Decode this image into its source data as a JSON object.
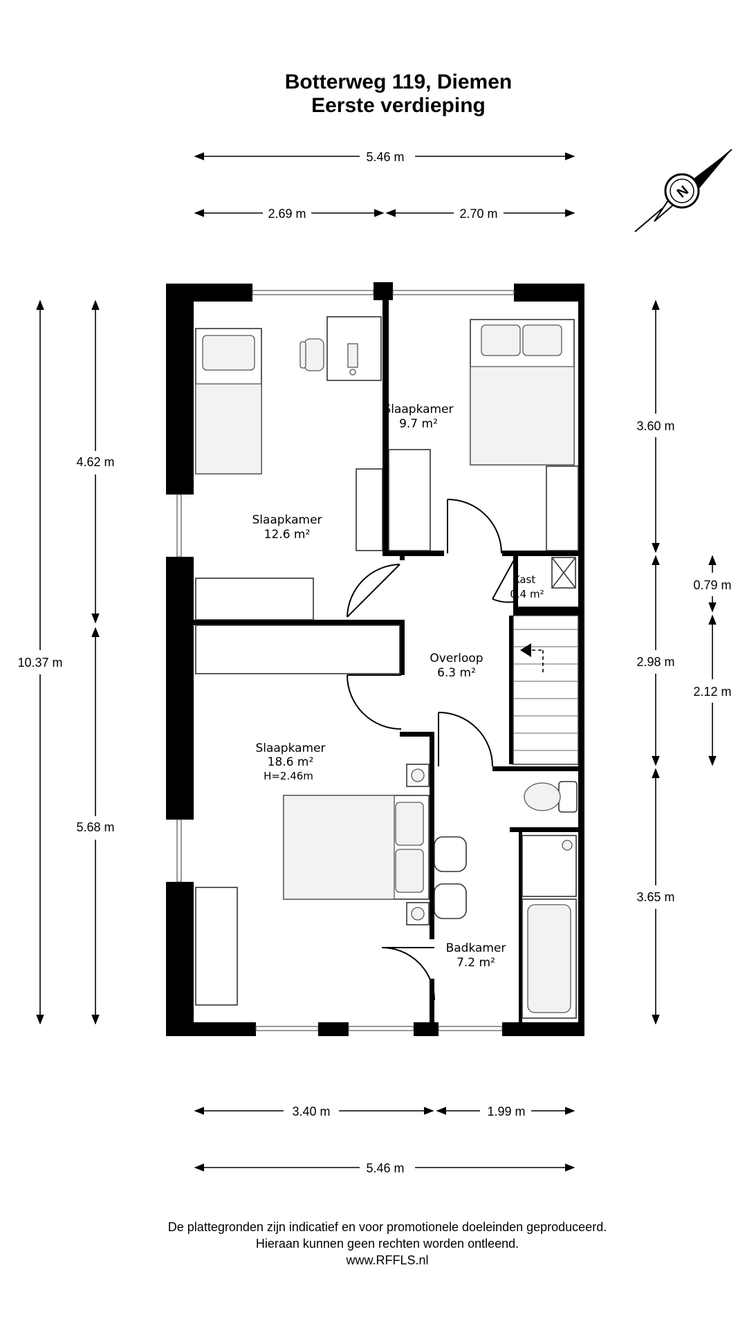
{
  "title": {
    "line1": "Botterweg 119, Diemen",
    "line2": "Eerste verdieping"
  },
  "dimensions": {
    "top_total": "5.46 m",
    "top_left": "2.69 m",
    "top_right": "2.70 m",
    "left_total": "10.37 m",
    "left_upper": "4.62 m",
    "left_lower": "5.68 m",
    "right_upper": "3.60 m",
    "right_middle": "2.98 m",
    "right_lower": "3.65 m",
    "right_far_upper": "0.79 m",
    "right_far_lower": "2.12 m",
    "bottom_left": "3.40 m",
    "bottom_right": "1.99 m",
    "bottom_total": "5.46 m"
  },
  "rooms": {
    "slaapkamer_right": {
      "name": "Slaapkamer",
      "area": "9.7 m²"
    },
    "slaapkamer_left": {
      "name": "Slaapkamer",
      "area": "12.6 m²"
    },
    "kast": {
      "name": "Kast",
      "area": "0.4 m²"
    },
    "overloop": {
      "name": "Overloop",
      "area": "6.3 m²"
    },
    "slaapkamer_main": {
      "name": "Slaapkamer",
      "area": "18.6 m²",
      "height": "H=2.46m"
    },
    "badkamer": {
      "name": "Badkamer",
      "area": "7.2 m²"
    }
  },
  "compass": {
    "label": "N",
    "icon": "compass-north-icon"
  },
  "footer": {
    "line1": "De plattegronden zijn indicatief en voor promotionele doeleinden geproduceerd.",
    "line2": "Hieraan kunnen geen rechten worden ontleend.",
    "line3": "www.RFFLS.nl"
  },
  "colors": {
    "wall": "#000000",
    "background": "#ffffff",
    "furniture_fill": "#f2f2f2"
  }
}
